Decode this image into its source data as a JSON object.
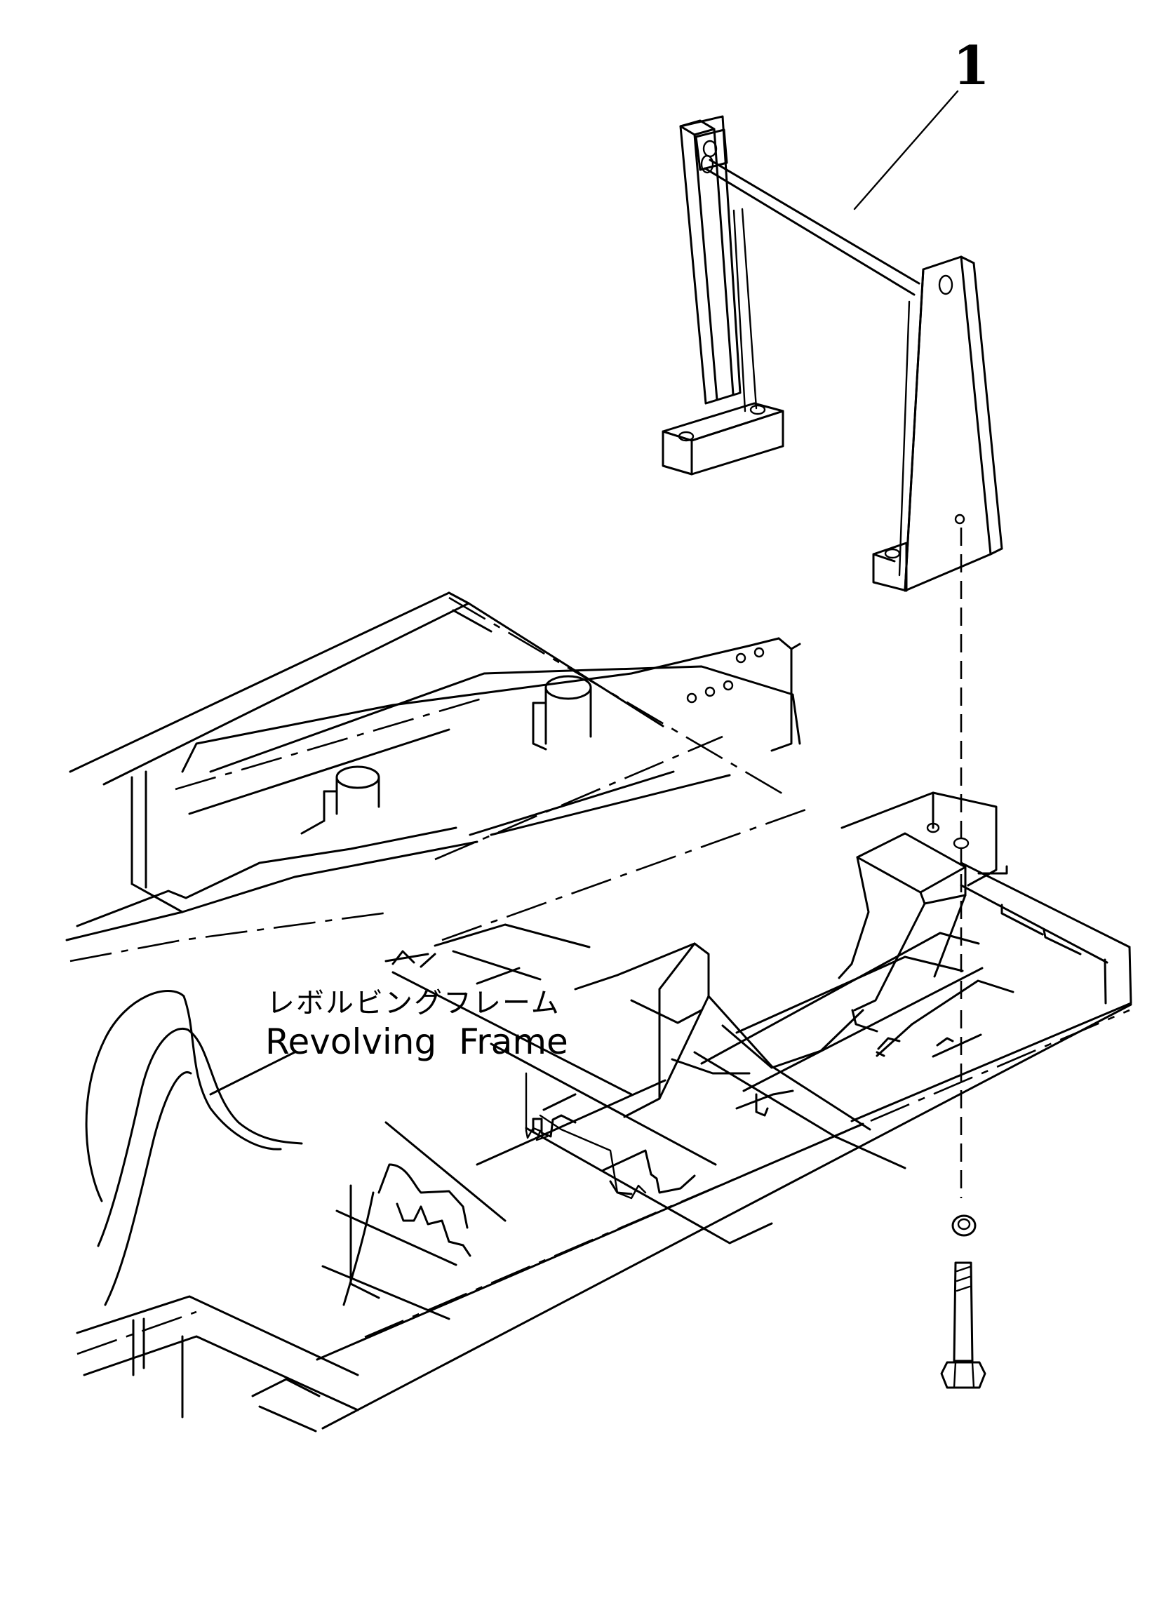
{
  "callout": {
    "part_number": "1"
  },
  "labels": {
    "japanese": "レボルビングフレーム",
    "english": "Revolving  Frame"
  }
}
